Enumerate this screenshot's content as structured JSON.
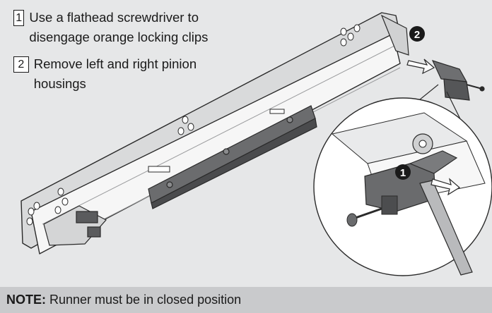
{
  "instructions": {
    "steps": [
      {
        "number": "1",
        "text": "Use a flathead screwdriver to disengage orange locking clips"
      },
      {
        "number": "2",
        "text": "Remove left and right pinion housings"
      }
    ]
  },
  "callouts": {
    "callout_1": "1",
    "callout_2": "2"
  },
  "note": {
    "label": "NOTE:",
    "text": "Runner must be in closed position"
  },
  "colors": {
    "background": "#e6e7e8",
    "note_bar": "#c9cacc",
    "part_dark": "#5a5b5d",
    "part_light": "#f4f4f4",
    "outline": "#2a2a2a"
  }
}
